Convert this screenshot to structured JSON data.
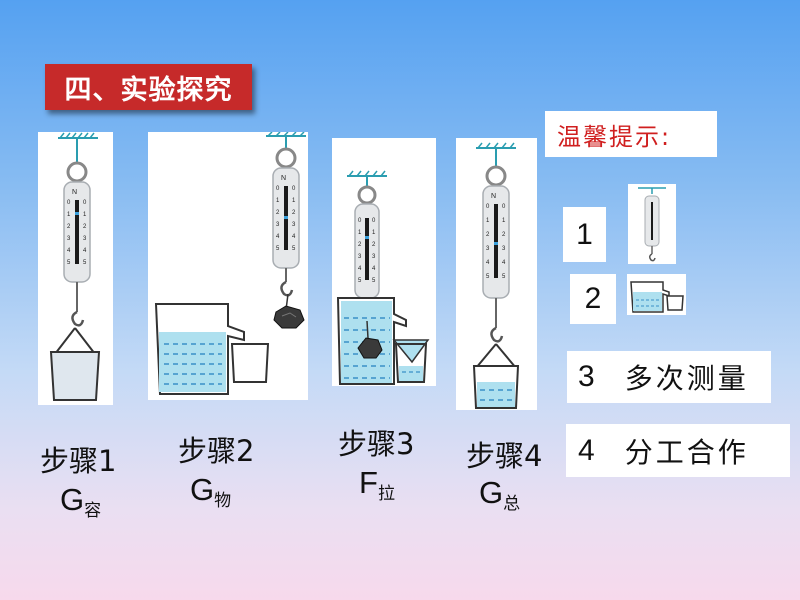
{
  "title": "四、实验探究",
  "hint_title": "温馨提示:",
  "tips": [
    {
      "num": "1",
      "text": ""
    },
    {
      "num": "2",
      "text": ""
    },
    {
      "num": "3",
      "text": "多次测量"
    },
    {
      "num": "4",
      "text": "分工合作"
    }
  ],
  "steps": [
    {
      "label": "步骤1",
      "symbol": "G",
      "subscript": "容"
    },
    {
      "label": "步骤2",
      "symbol": "G",
      "subscript": "物"
    },
    {
      "label": "步骤3",
      "symbol": "F",
      "subscript": "拉"
    },
    {
      "label": "步骤4",
      "symbol": "G",
      "subscript": "总"
    }
  ],
  "scale_unit": "N",
  "scale_ticks": [
    "0",
    "1",
    "2",
    "3",
    "4",
    "5"
  ],
  "colors": {
    "title_bg": "#c62a2a",
    "hint_text": "#d01f1f",
    "water": "#aee0ef",
    "water_lines": "#3a8fc7"
  }
}
